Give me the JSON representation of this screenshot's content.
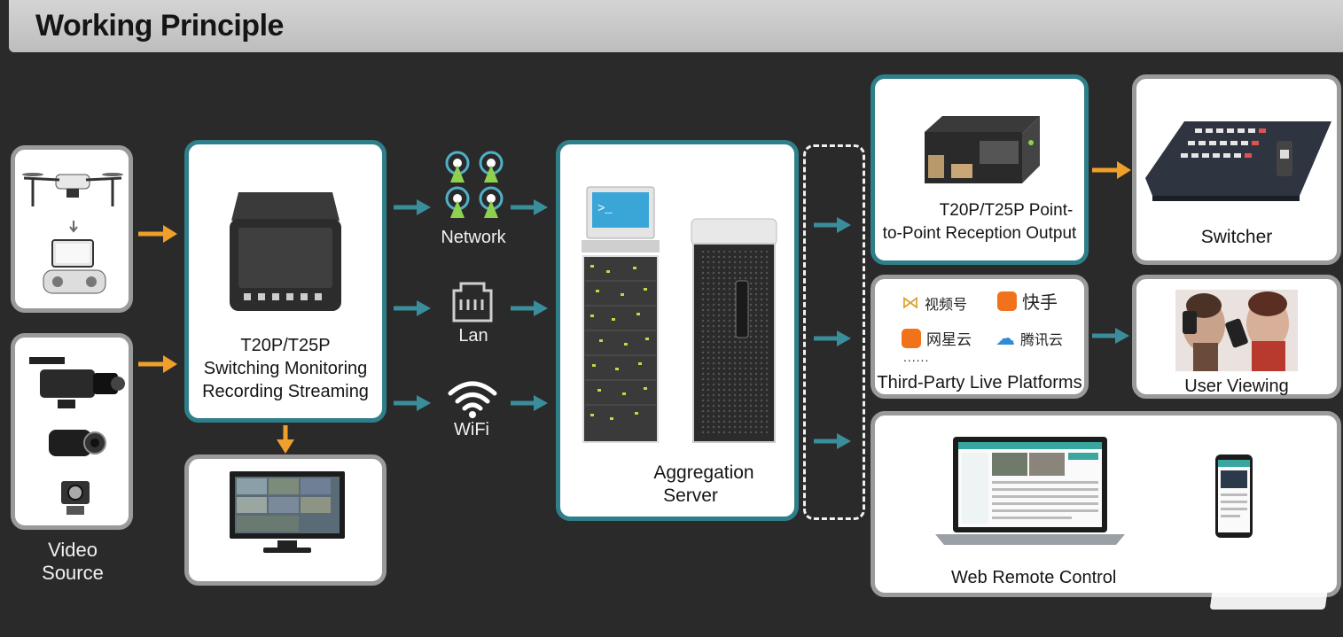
{
  "header": {
    "title": "Working Principle"
  },
  "source": {
    "label_line1": "Video",
    "label_line2": "Source"
  },
  "device": {
    "line1": "T20P/T25P",
    "line2": "Switching Monitoring",
    "line3": "Recording Streaming"
  },
  "transport": {
    "network": "Network",
    "lan": "Lan",
    "wifi": "WiFi"
  },
  "server": {
    "line1": "Aggregation",
    "line2": "Server"
  },
  "outputs": {
    "p2p_line1": "T20P/T25P Point-",
    "p2p_line2": "to-Point Reception Output",
    "switcher": "Switcher",
    "platforms": {
      "items": [
        "视频号",
        "快手",
        "网星云",
        "腾讯云"
      ],
      "ellipsis": "......",
      "label": "Third-Party Live Platforms"
    },
    "user_viewing": "User Viewing",
    "web_remote": "Web Remote Control"
  },
  "colors": {
    "accent_orange": "#f0a02a",
    "teal": "#2f7f8a",
    "arrow_teal": "#3a8e9c"
  }
}
